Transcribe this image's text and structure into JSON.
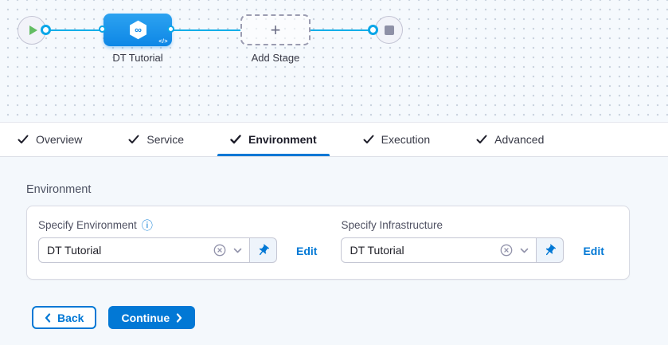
{
  "colors": {
    "accent_blue": "#0278d5",
    "edge_line_blue": "#12aee9",
    "stage_node_blue": "#0d87e6",
    "play_green": "#63bd63",
    "canvas_bg": "#f5f9fd",
    "content_bg": "#f4f8fc"
  },
  "pipeline_canvas": {
    "stage_label": "DT Tutorial",
    "stage_code_badge": "</>",
    "add_stage_label": "Add Stage",
    "add_stage_plus": "+"
  },
  "tabs": [
    {
      "label": "Overview",
      "checked": true,
      "active": false
    },
    {
      "label": "Service",
      "checked": true,
      "active": false
    },
    {
      "label": "Environment",
      "checked": true,
      "active": true
    },
    {
      "label": "Execution",
      "checked": true,
      "active": false
    },
    {
      "label": "Advanced",
      "checked": true,
      "active": false
    }
  ],
  "environment_section": {
    "heading": "Environment",
    "fields": [
      {
        "label": "Specify Environment",
        "info_icon": "ⓘ",
        "value": "DT Tutorial",
        "edit_label": "Edit"
      },
      {
        "label": "Specify Infrastructure",
        "value": "DT Tutorial",
        "edit_label": "Edit"
      }
    ]
  },
  "footer": {
    "back_label": "Back",
    "continue_label": "Continue"
  }
}
